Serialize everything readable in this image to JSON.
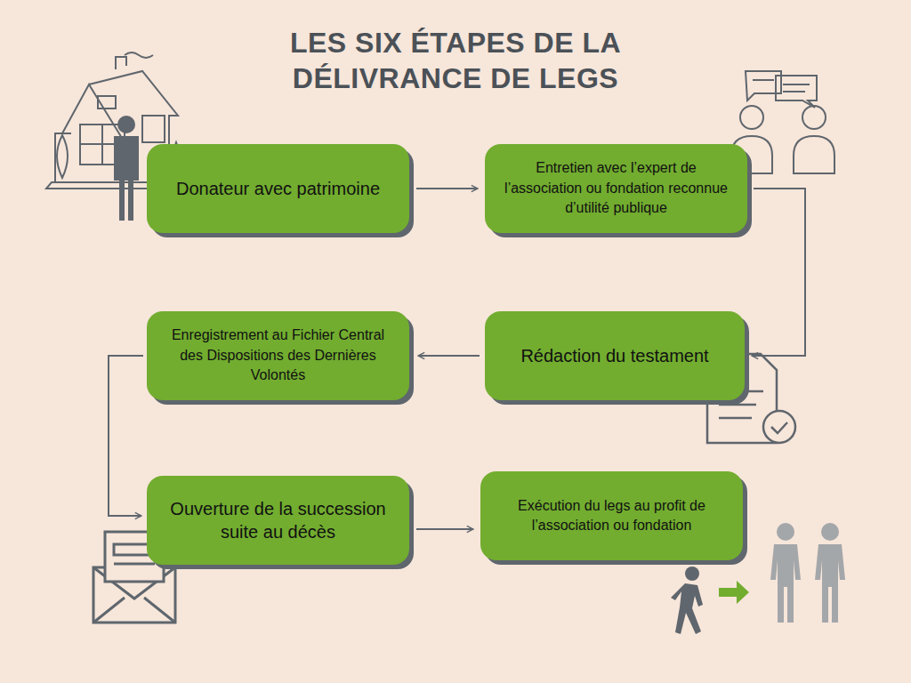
{
  "diagram": {
    "title": "LES SIX ÉTAPES DE LA DÉLIVRANCE DE LEGS",
    "nodes": [
      {
        "text": [
          "Donateur avec patrimoine"
        ]
      },
      {
        "text": [
          "Entretien avec l’expert de l’association ou fondation reconnue d’utilité publique"
        ]
      },
      {
        "text": [
          "Rédaction du testament"
        ]
      },
      {
        "text": [
          "Enregistrement au Fichier Central des Dispositions des Dernières Volontés"
        ]
      },
      {
        "text": [
          "Ouverture de la succession suite au décès"
        ]
      },
      {
        "text": [
          "Exécution du legs au profit de l’association ou fondation"
        ]
      }
    ],
    "edges": [
      {
        "from": 0,
        "to": 1,
        "arrow": "to"
      },
      {
        "from": 1,
        "to": 2,
        "arrow": "to"
      },
      {
        "from": 2,
        "to": 3,
        "arrow": "to"
      },
      {
        "from": 3,
        "to": 4,
        "arrow": "to"
      },
      {
        "from": 4,
        "to": 5,
        "arrow": "to"
      }
    ]
  }
}
